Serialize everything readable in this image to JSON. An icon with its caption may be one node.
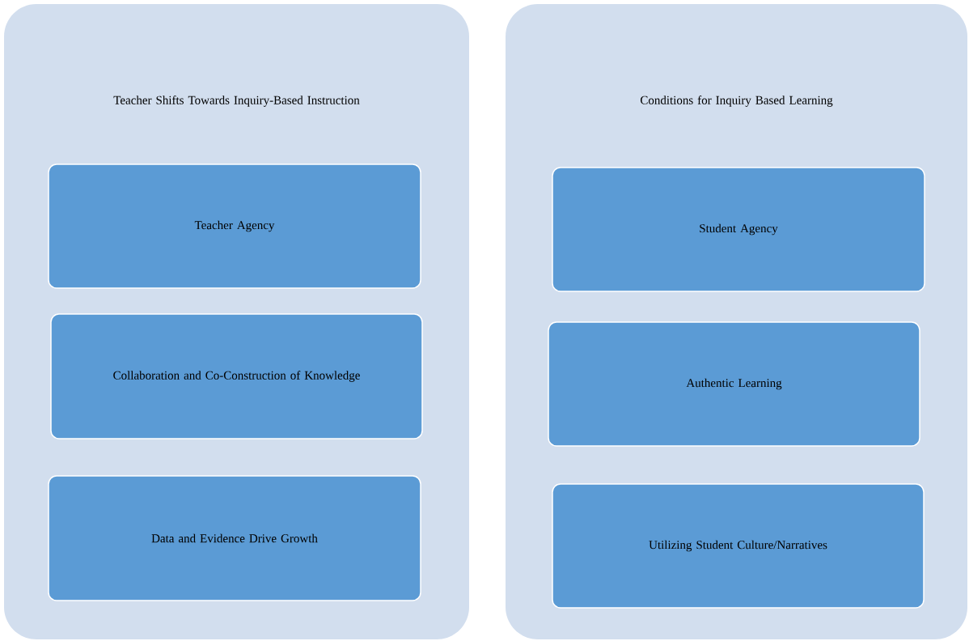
{
  "diagram": {
    "nodes": [
      {
        "text": [
          "Teacher Shifts Towards Inquiry-Based Instruction"
        ]
      },
      {
        "text": [
          "Teacher Agency"
        ],
        "in": 0
      },
      {
        "text": [
          "Collaboration and Co-Construction of Knowledge"
        ],
        "in": 0
      },
      {
        "text": [
          "Data and Evidence Drive Growth"
        ],
        "in": 0
      },
      {
        "text": [
          "Conditions for Inquiry Based Learning"
        ]
      },
      {
        "text": [
          "Student Agency"
        ],
        "in": 4
      },
      {
        "text": [
          "Authentic Learning"
        ],
        "in": 4
      },
      {
        "text": [
          "Utilizing Student Culture/Narratives"
        ],
        "in": 4
      }
    ]
  }
}
